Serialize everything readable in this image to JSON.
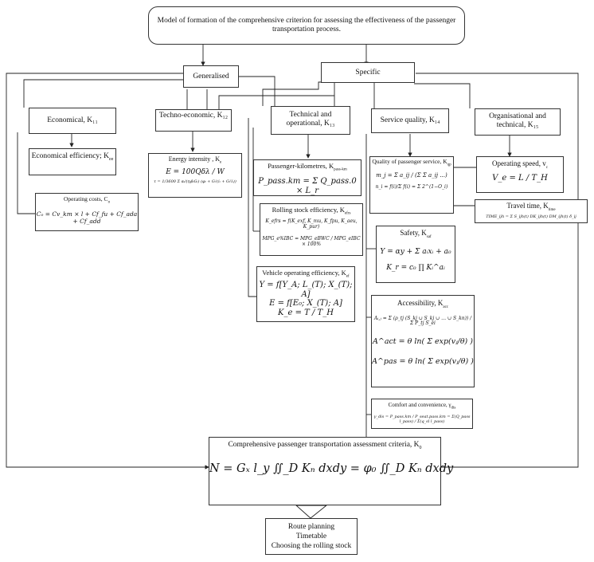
{
  "top_title": "Model of formation of the comprehensive criterion for assessing the effectiveness of the passenger transportation process.",
  "generalised": "Generalised",
  "specific": "Specific",
  "categories": {
    "economical": "Economical, K₁₁",
    "techno_economic": "Techno-economic, K₁₂",
    "technical_operational": "Technical and operational, K₁₃",
    "service_quality": "Service quality, K₁₄",
    "organisational": "Organisational and technical, K₁₅"
  },
  "econ_efficiency": {
    "title": "Economical efficiency; K",
    "sub": "ee"
  },
  "operating_costs": {
    "title": "Operating costs, C",
    "sub": "o",
    "formula": "Cₒ = Cv_km × l + Cf_fu + Cf_ada + Cf_add"
  },
  "energy_intensity": {
    "title": "Energy intensity , K",
    "sub": "e",
    "formula": "E = 100Qδλ / W",
    "formula2": "τ = 1/3600 Σ αᵢ/(ηᵢβᵢGᵢ) (φᵢ + Gᵢˡ(iᵢ + Gᵢˡlᵢ))"
  },
  "passenger_km": {
    "title": "Passenger-kilometres, K",
    "sub": "pass-km",
    "formula": "P_pass.km = Σ Q_pass.0 × L_r"
  },
  "rolling_stock": {
    "title": "Rolling stock efficiency, K",
    "sub": "efrs",
    "formula1": "K_efrs = f(K_exf, K_mu, K_fpu, K_aeu, K_pur)",
    "formula2": "MPG_e%IBC = MPG_eBWC / MPG_eIBC × 100%"
  },
  "vehicle_op": {
    "title": "Vehicle operating efficiency, K",
    "sub": "ef",
    "f1": "Y = f[Y_A; L_(T); X_(T); A]",
    "f2": "E = f[E₀; X_(T); A]",
    "f3": "K_e = T / T_H"
  },
  "quality_passenger": {
    "title": "Quality of passenger service, K",
    "sub": "qp",
    "f1": "m_j = Σ a_ij / (Σ Σ a_ij ...)",
    "f2": "n_i = f(i)/Σ f(i) = Σ 2^(1−O_i)"
  },
  "operating_speed": {
    "title": "Operating speed, v",
    "sub": "c",
    "formula": "V_e = L / T_H"
  },
  "travel_time": {
    "title": "Travel time, K",
    "sub": "time",
    "formula": "TIME_ijh = Σ S_ijh(t) DK_ijh(t) DM_ijh(t) δ_ij"
  },
  "safety": {
    "title": "Safety, K",
    "sub": "saf",
    "f1": "Y = αy + Σ aᵢxᵢ + a₀",
    "f2": "K_r = c₀ ∏ Kᵢ^aᵢ"
  },
  "accessibility": {
    "title": "Accessibility, K",
    "sub": "acc",
    "f1": "Aᵢ,ⱼ = Σ (ρ_tj (S_kj ∪ S_kj ∪ … ∪ S_kn)) / Σ P_tj S_ei",
    "f2": "A^act = θ ln( Σ exp(vⱼ/θ) )",
    "f3": "A^pas = θ ln( Σ exp(vⱼ/θ) )"
  },
  "comfort": {
    "title": "Comfort and convenience, γ",
    "sub": "dis",
    "formula": "γ_dis = P_pass.km / P_seat.pass.km = Σ(Q_pass l_pass) / Σ(q_sl l_pass)"
  },
  "comprehensive": {
    "title": "Comprehensive passenger transportation assessment criteria, K",
    "sub": "0",
    "formula": "N = Gₓ l_y ∬_D Kₙ dxdy = φ₀ ∬_D Kₙ dxdy"
  },
  "outputs": [
    "Route planning",
    "Timetable",
    "Choosing the rolling stock"
  ]
}
